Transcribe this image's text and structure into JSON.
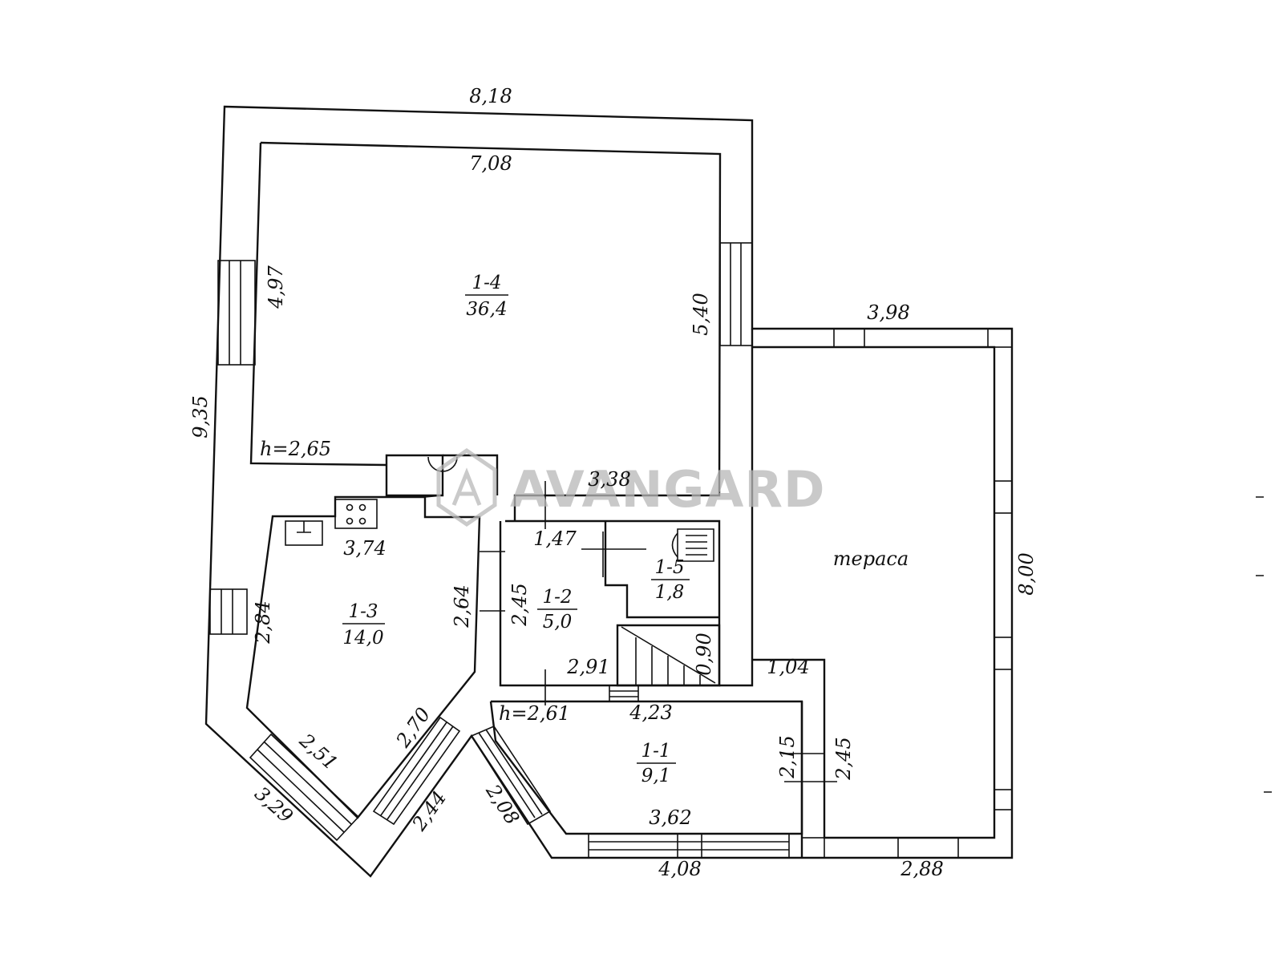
{
  "rooms": [
    {
      "id": "1-4",
      "area": "36,4"
    },
    {
      "id": "1-3",
      "area": "14,0"
    },
    {
      "id": "1-2",
      "area": "5,0"
    },
    {
      "id": "1-5",
      "area": "1,8"
    },
    {
      "id": "1-1",
      "area": "9,1"
    }
  ],
  "terrace_label": "тераса",
  "heights": {
    "upper": "h=2,65",
    "lower": "h=2,61"
  },
  "dimensions": {
    "outer_top": "8,18",
    "inner_top": "7,08",
    "left_outer": "9,35",
    "left_inner": "4,97",
    "right_1_4": "5,40",
    "terrace_top": "3,98",
    "terrace_right": "8,00",
    "mid_338": "3,38",
    "mid_147": "1,47",
    "kitchen_top": "3,74",
    "kitchen_left": "2,84",
    "kitchen_right": "2,64",
    "hall_245": "2,45",
    "stair_090": "0,90",
    "stair_291": "2,91",
    "room11_top": "4,23",
    "room11_right": "2,15",
    "terrace_245": "2,45",
    "d_104": "1,04",
    "d_251": "2,51",
    "d_270": "2,70",
    "d_329": "3,29",
    "d_244": "2,44",
    "d_208": "2,08",
    "d_362": "3,62",
    "d_408": "4,08",
    "d_288": "2,88"
  },
  "watermark": "AVANGARD"
}
